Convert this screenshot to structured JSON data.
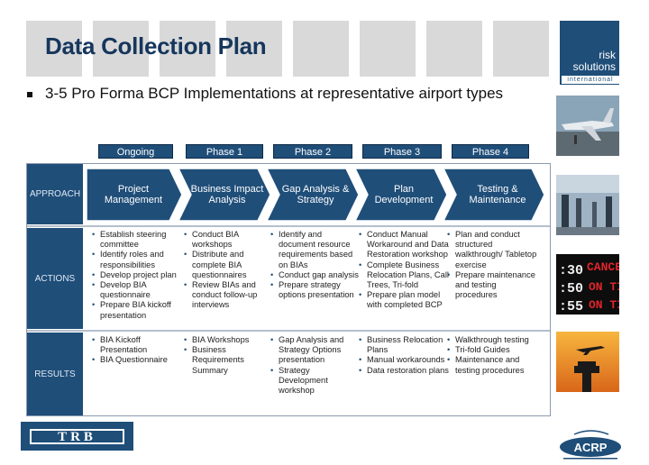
{
  "slide": {
    "title": "Data Collection Plan",
    "bullet": "3-5 Pro Forma BCP Implementations at representative airport types"
  },
  "logo": {
    "line1": "risk",
    "line2": "solutions",
    "line3": "international",
    "trb": "TRB",
    "acrp": "ACRP"
  },
  "phases": [
    "Ongoing",
    "Phase 1",
    "Phase 2",
    "Phase 3",
    "Phase 4"
  ],
  "rows": {
    "approach": "APPROACH",
    "actions": "ACTIONS",
    "results": "RESULTS"
  },
  "approach": [
    "Project Management",
    "Business Impact Analysis",
    "Gap Analysis & Strategy",
    "Plan Development",
    "Testing & Maintenance"
  ],
  "actions": [
    [
      "Establish steering committee",
      "Identify roles and responsibilities",
      "Develop project plan",
      "Develop BIA questionnaire",
      "Prepare BIA kickoff presentation"
    ],
    [
      "Conduct BIA workshops",
      "Distribute and complete BIA questionnaires",
      "Review BIAs and conduct follow-up interviews"
    ],
    [
      "Identify and document resource requirements based on BIAs",
      "Conduct gap analysis",
      "Prepare strategy options presentation"
    ],
    [
      "Conduct Manual Workaround and Data Restoration workshop",
      "Complete Business Relocation Plans, Call Trees, Tri-fold",
      "Prepare plan model with completed BCP"
    ],
    [
      "Plan and conduct structured walkthrough/ Tabletop exercise",
      "Prepare maintenance and testing procedures"
    ]
  ],
  "results": [
    [
      "BIA Kickoff Presentation",
      "BIA Questionnaire"
    ],
    [
      "BIA Workshops",
      "Business Requirements Summary"
    ],
    [
      "Gap Analysis and Strategy Options presentation",
      "Strategy Development workshop"
    ],
    [
      "Business Relocation Plans",
      "Manual workarounds",
      "Data restoration plans"
    ],
    [
      "Walkthrough testing",
      "Tri-fold Guides",
      "Maintenance and testing procedures"
    ]
  ],
  "colors": {
    "navy": "#1f4e79",
    "title": "#16365c",
    "tile": "#d9d9d9",
    "chevron": "#1f4e79"
  }
}
